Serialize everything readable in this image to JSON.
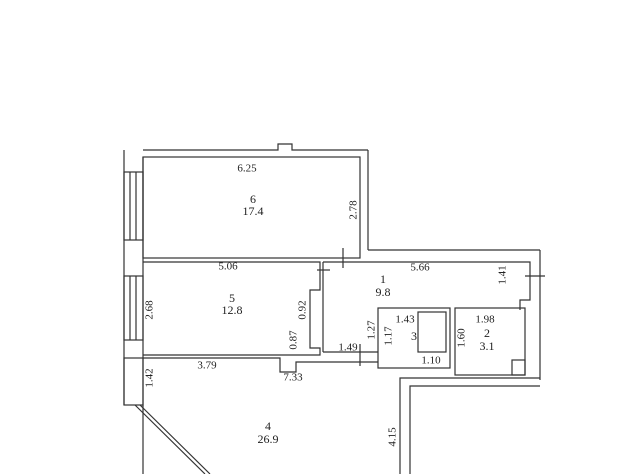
{
  "rooms": [
    {
      "number": "6",
      "area": "17.4"
    },
    {
      "number": "5",
      "area": "12.8"
    },
    {
      "number": "1",
      "area": "9.8"
    },
    {
      "number": "3",
      "area": ""
    },
    {
      "number": "2",
      "area": "3.1"
    },
    {
      "number": "4",
      "area": "26.9"
    }
  ],
  "dimensions": {
    "r6_width": "6.25",
    "r6_depth": "2.78",
    "r5_width": "5.06",
    "r5_depth": "2.68",
    "r5_niche": "0.92",
    "r5_niche2": "0.87",
    "r1_width": "5.66",
    "r1_side": "1.41",
    "r1_step": "1.49",
    "r1_door": "1.27",
    "r3_width": "1.43",
    "r3_depth": "1.17",
    "r3_bottom": "1.10",
    "r2_width": "1.98",
    "r2_depth": "1.60",
    "r4_top": "3.79",
    "r4_width": "7.33",
    "r4_side": "1.42",
    "r4_depth": "4.15"
  }
}
